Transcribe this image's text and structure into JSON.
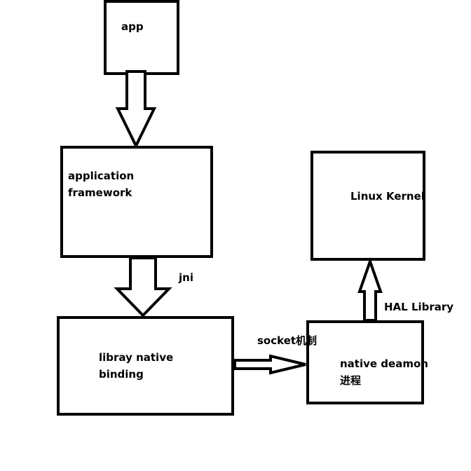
{
  "diagram": {
    "nodes": {
      "app": {
        "label": "app"
      },
      "application_framework": {
        "line1": "application",
        "line2": "framework"
      },
      "library_native_binding": {
        "line1": "libray native",
        "line2": "binding"
      },
      "native_deamon": {
        "line1": "native deamon",
        "line2": "进程"
      },
      "linux_kernel": {
        "label": "Linux Kernel"
      }
    },
    "edges": {
      "framework_to_binding": {
        "label": "jni"
      },
      "binding_to_deamon": {
        "label": "socket机制"
      },
      "deamon_to_kernel": {
        "label": "HAL Library"
      }
    }
  },
  "colors": {
    "stroke": "#000000",
    "background": "#ffffff"
  }
}
